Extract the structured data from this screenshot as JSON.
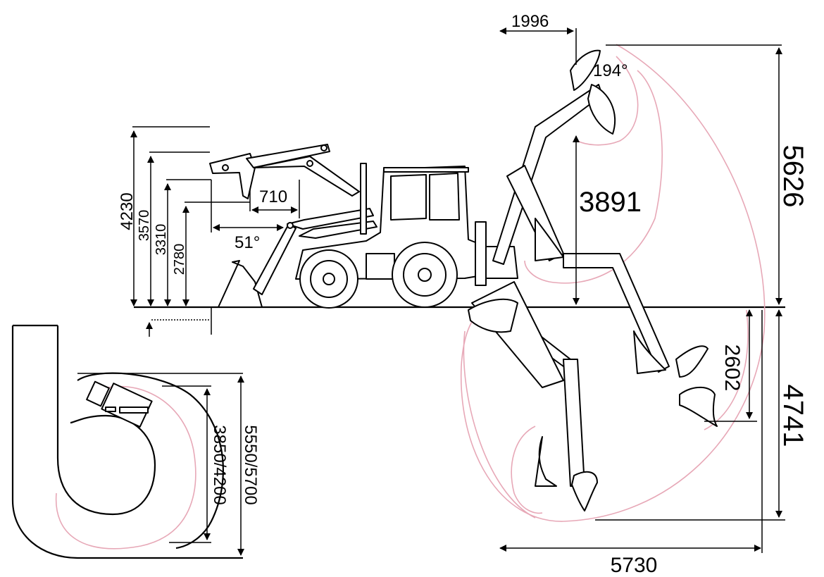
{
  "dimensions": {
    "h_4230": "4230",
    "h_3570": "3570",
    "h_3310": "3310",
    "h_2780": "2780",
    "reach_710": "710",
    "angle_51": "51°",
    "reach_1996": "1996",
    "angle_194": "194°",
    "height_3891": "3891",
    "height_5626": "5626",
    "depth_4741": "4741",
    "depth_2602": "2602",
    "reach_5730": "5730",
    "turn_3850_4200": "3850/4200",
    "turn_5550_5700": "5550/5700"
  },
  "colors": {
    "outline": "#000000",
    "arc": "#e7a8b7",
    "background": "#ffffff"
  }
}
